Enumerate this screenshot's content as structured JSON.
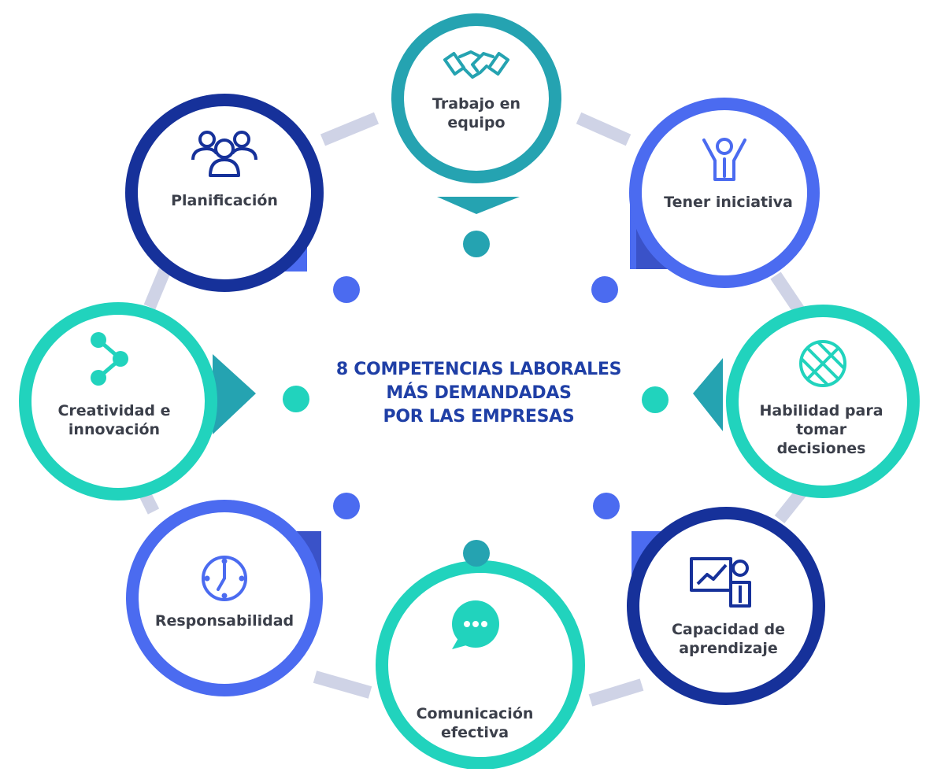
{
  "title": {
    "line1": "8 COMPETENCIAS LABORALES",
    "line2": "MÁS DEMANDADAS",
    "line3": "POR LAS EMPRESAS"
  },
  "colors": {
    "teal": "#25a3b1",
    "mint": "#21d3bd",
    "blue": "#4b6bf0",
    "navy": "#16319a",
    "link": "#cfd3e6",
    "title": "#1f3fa6",
    "label": "#3b3f4a"
  },
  "competencies": [
    {
      "label": "Trabajo en equipo",
      "lines": [
        "Trabajo en",
        "equipo"
      ],
      "icon": "handshake-icon"
    },
    {
      "label": "Tener iniciativa",
      "lines": [
        "Tener iniciativa"
      ],
      "icon": "person-arms-up-icon"
    },
    {
      "label": "Habilidad para tomar decisiones",
      "lines": [
        "Habilidad para",
        "tomar",
        "decisiones"
      ],
      "icon": "globe-icon"
    },
    {
      "label": "Capacidad de aprendizaje",
      "lines": [
        "Capacidad de",
        "aprendizaje"
      ],
      "icon": "presentation-chart-icon"
    },
    {
      "label": "Comunicación efectiva",
      "lines": [
        "Comunicación",
        "efectiva"
      ],
      "icon": "chat-bubble-icon"
    },
    {
      "label": "Responsabilidad",
      "lines": [
        "Responsabilidad"
      ],
      "icon": "clock-icon"
    },
    {
      "label": "Creatividad e innovación",
      "lines": [
        "Creatividad e",
        "innovación"
      ],
      "icon": "share-icon"
    },
    {
      "label": "Planificación",
      "lines": [
        "Planificación"
      ],
      "icon": "group-icon"
    }
  ]
}
